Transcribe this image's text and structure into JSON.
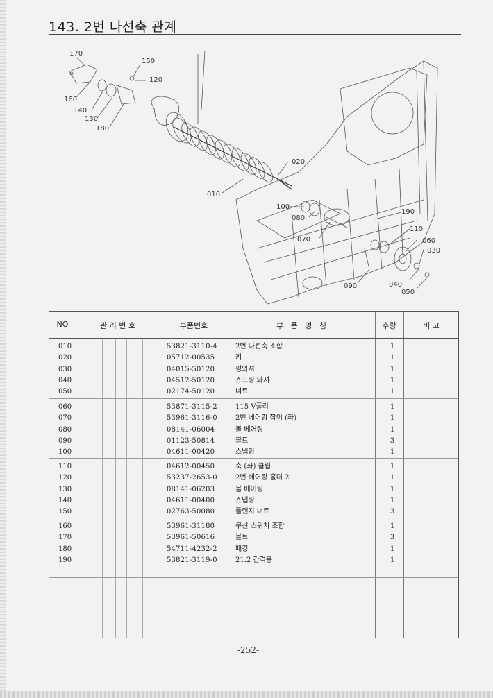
{
  "title": "143. 2번 나선축 관계",
  "diagram": {
    "callouts": [
      "170",
      "150",
      "120",
      "160",
      "140",
      "130",
      "180",
      "020",
      "010",
      "100",
      "080",
      "070",
      "190",
      "110",
      "060",
      "030",
      "090",
      "040",
      "050"
    ]
  },
  "table": {
    "headers": {
      "no": "NO",
      "management": "관 리 번 호",
      "part_number": "부품번호",
      "part_name": "부   품   명   칭",
      "quantity": "수량",
      "remarks": "비 고"
    },
    "groups": [
      [
        {
          "no": "010",
          "part_number": "53821-3110-4",
          "name": "2번 나선축 조합",
          "qty": "1"
        },
        {
          "no": "020",
          "part_number": "05712-00535",
          "name": "키",
          "qty": "1"
        },
        {
          "no": "030",
          "part_number": "04015-50120",
          "name": "평와셔",
          "qty": "1"
        },
        {
          "no": "040",
          "part_number": "04512-50120",
          "name": "스프링 와셔",
          "qty": "1"
        },
        {
          "no": "050",
          "part_number": "02174-50120",
          "name": "너트",
          "qty": "1"
        }
      ],
      [
        {
          "no": "060",
          "part_number": "53871-3115-2",
          "name": "115 V풀리",
          "qty": "1"
        },
        {
          "no": "070",
          "part_number": "53961-3116-0",
          "name": "2번 베어링 잡이 (좌)",
          "qty": "1"
        },
        {
          "no": "080",
          "part_number": "08141-06004",
          "name": "볼 베어링",
          "qty": "1"
        },
        {
          "no": "090",
          "part_number": "01123-50814",
          "name": "볼트",
          "qty": "3"
        },
        {
          "no": "100",
          "part_number": "04611-00420",
          "name": "스냅링",
          "qty": "1"
        }
      ],
      [
        {
          "no": "110",
          "part_number": "04612-00450",
          "name": "축 (좌) 클립",
          "qty": "1"
        },
        {
          "no": "120",
          "part_number": "53237-2653-0",
          "name": "2번 베어링 홀더 2",
          "qty": "1"
        },
        {
          "no": "130",
          "part_number": "08141-06203",
          "name": "볼 베어링",
          "qty": "1"
        },
        {
          "no": "140",
          "part_number": "04611-00400",
          "name": "스냅링",
          "qty": "1"
        },
        {
          "no": "150",
          "part_number": "02763-50080",
          "name": "플랜지 너트",
          "qty": "3"
        }
      ],
      [
        {
          "no": "160",
          "part_number": "53961-31180",
          "name": "쿠션 스위치 조합",
          "qty": "1"
        },
        {
          "no": "170",
          "part_number": "53961-50616",
          "name": "볼트",
          "qty": "3"
        },
        {
          "no": "180",
          "part_number": "54711-4232-2",
          "name": "패킹",
          "qty": "1"
        },
        {
          "no": "190",
          "part_number": "53821-3119-0",
          "name": "21.2 간격봉",
          "qty": "1"
        }
      ]
    ]
  },
  "page_number": "-252-"
}
